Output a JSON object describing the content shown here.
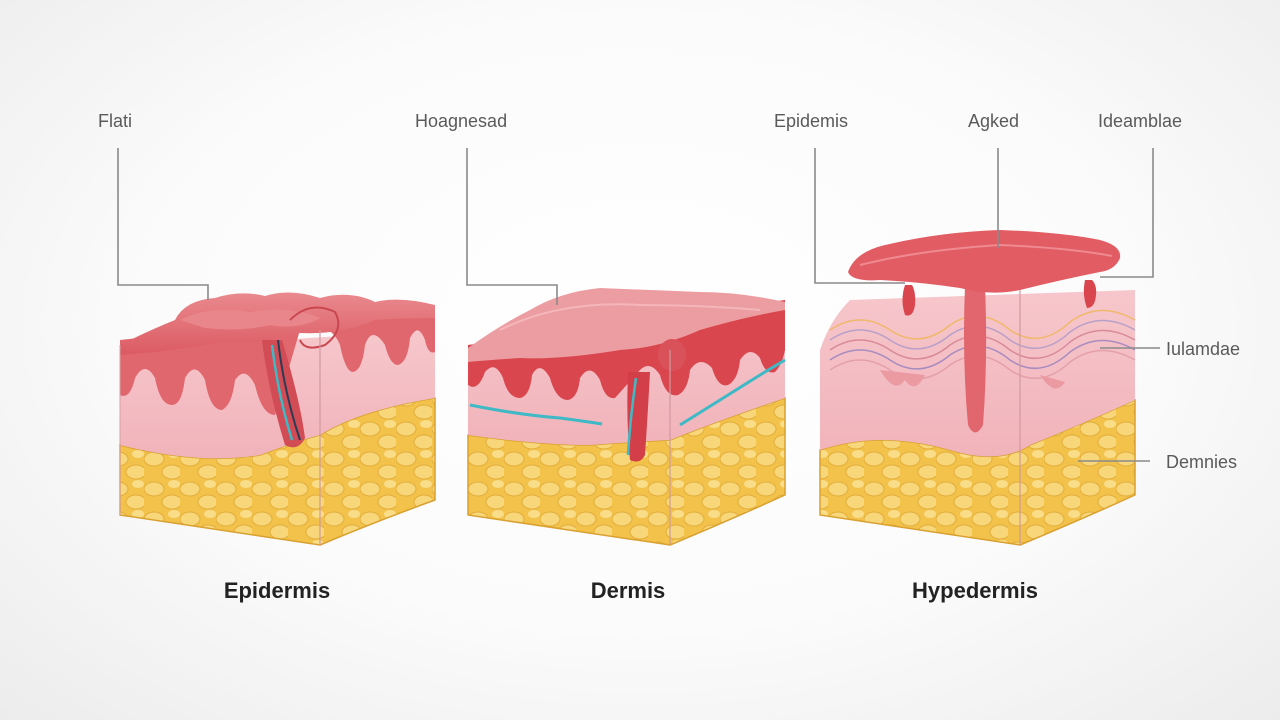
{
  "diagram": {
    "panels": [
      {
        "caption": "Epidermis",
        "top_labels": [
          "Flati"
        ]
      },
      {
        "caption": "Dermis",
        "top_labels": [
          "Hoagnesad"
        ]
      },
      {
        "caption": "Hypedermis",
        "top_labels": [
          "Epidemis",
          "Agked",
          "Ideamblae"
        ]
      }
    ],
    "side_labels": [
      "Iulamdae",
      "Demnies"
    ]
  },
  "colors": {
    "epidermis_top": "#e0676d",
    "epidermis_dark": "#d9464e",
    "dermis": "#f3b9bf",
    "fat": "#f2c24a",
    "fat_lobule": "#f7d77a",
    "fat_edge": "#d9a030",
    "vessel": "#3fb9c6"
  }
}
